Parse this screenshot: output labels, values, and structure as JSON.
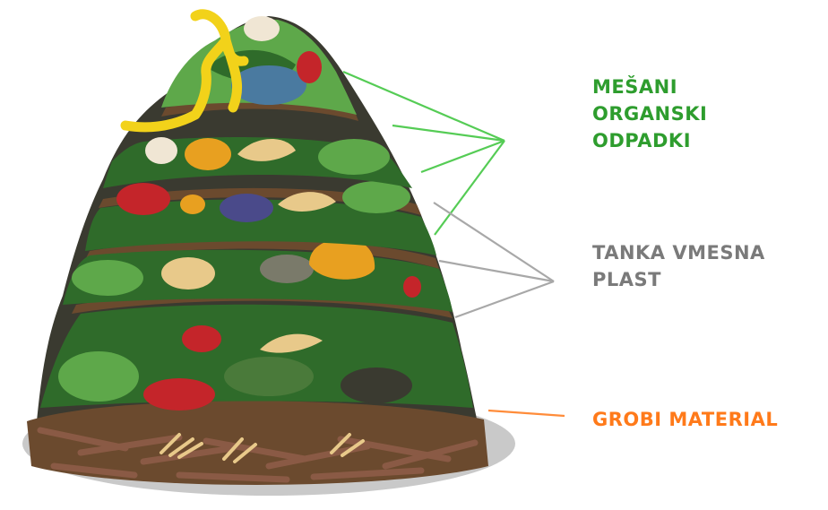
{
  "labels": {
    "mixed_organic_waste": {
      "lines": [
        "MEŠANI",
        "ORGANSKI",
        "ODPADKI"
      ],
      "color": "#2e9d2e",
      "leader_color": "#55cc55"
    },
    "thin_intermediate_layer": {
      "lines": [
        "TANKA VMESNA",
        "PLAST"
      ],
      "color": "#7a7a7a",
      "leader_color": "#a8a8a8"
    },
    "coarse_material": {
      "lines": [
        "GROBI MATERIAL"
      ],
      "color": "#ff7a1a",
      "leader_color": "#ff8c3a"
    }
  },
  "colors": {
    "ground_shadow": "#c9c9c9",
    "soil_dark": "#3a3a30",
    "soil_brown": "#6b4a2e",
    "greens_dark": "#2f6b2a",
    "greens_light": "#5ea84a",
    "twigs": "#8a5a45",
    "straw": "#e8c98a",
    "tomato": "#c4252a",
    "banana": "#f2d21a",
    "pumpkin": "#e8a020",
    "eggshell": "#f0e6d4"
  }
}
